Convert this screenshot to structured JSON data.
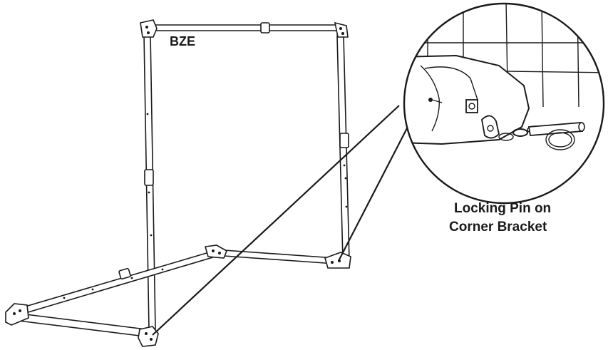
{
  "diagram": {
    "frame_label": "BZE",
    "callout_caption_line1": "Locking Pin on",
    "callout_caption_line2": "Corner Bracket",
    "frame_icon": "folding-goal-frame",
    "detail_icon": "locking-pin-detail",
    "colors": {
      "line": "#1a1a1a",
      "background": "#ffffff"
    }
  }
}
